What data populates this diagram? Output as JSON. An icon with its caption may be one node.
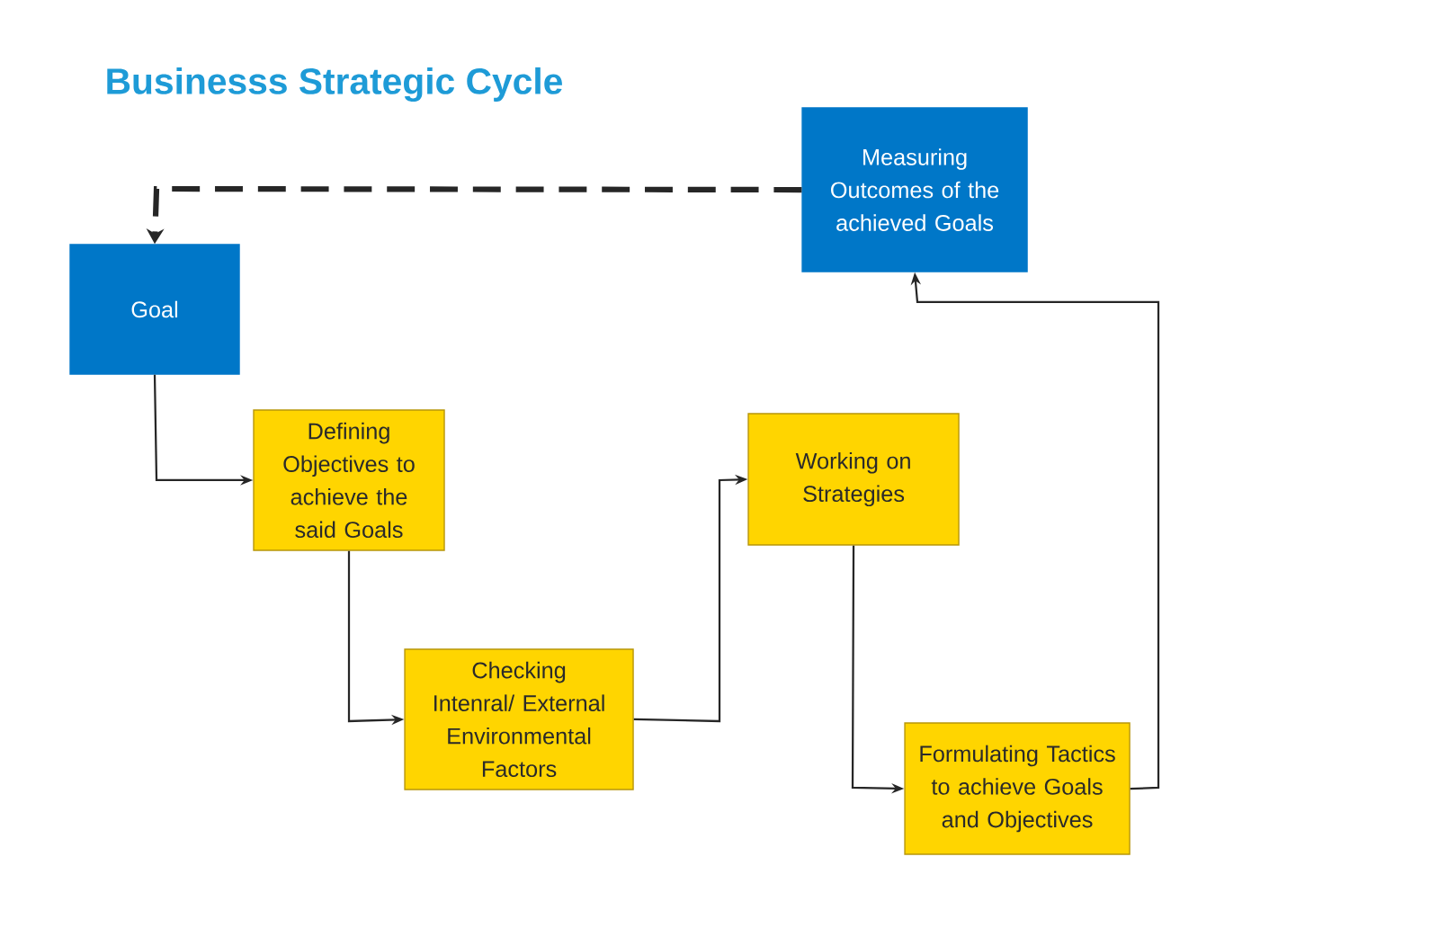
{
  "diagram": {
    "title": "Businesss Strategic Cycle",
    "nodes": [
      {
        "text": [
          "Measuring Outcomes of the achieved Goals"
        ]
      },
      {
        "text": [
          "Goal"
        ]
      },
      {
        "text": [
          "Defining Objectives to achieve the said Goals"
        ]
      },
      {
        "text": [
          "Checking Intenral/ External Environmental Factors"
        ]
      },
      {
        "text": [
          "Working on Strategies"
        ]
      },
      {
        "text": [
          "Formulating Tactics to achieve Goals and Objectives"
        ]
      }
    ],
    "edges": [
      {
        "from": 0,
        "to": 1,
        "arrow": "to",
        "style": "dashed"
      },
      {
        "from": 1,
        "to": 2,
        "arrow": "to"
      },
      {
        "from": 2,
        "to": 3,
        "arrow": "to"
      },
      {
        "from": 3,
        "to": 4,
        "arrow": "to"
      },
      {
        "from": 4,
        "to": 5,
        "arrow": "to"
      },
      {
        "from": 5,
        "to": 0,
        "arrow": "to"
      }
    ]
  }
}
